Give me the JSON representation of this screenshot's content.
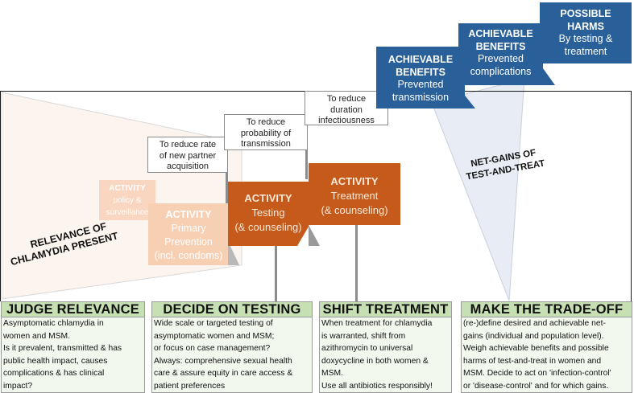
{
  "diagram": {
    "left_wedge_label": [
      "RELEVANCE OF",
      "CHLAMYDIA PRESENT"
    ],
    "right_wedge_label": [
      "NET-GAINS OF",
      "TEST-AND-TREAT"
    ],
    "reasons": [
      {
        "lines": [
          "To reduce rate",
          "of new partner",
          "acquisition"
        ]
      },
      {
        "lines": [
          "To reduce",
          "probability of",
          "transmission"
        ]
      },
      {
        "lines": [
          "To reduce",
          "duration",
          "infectiousness"
        ]
      }
    ],
    "activities": [
      {
        "title": "ACTIVITY",
        "lines": [
          "policy &",
          "surveillance"
        ],
        "style": "pale"
      },
      {
        "title": "ACTIVITY",
        "lines": [
          "Primary",
          "Prevention",
          "(incl. condoms)"
        ],
        "style": "light"
      },
      {
        "title": "ACTIVITY",
        "lines": [
          "Testing",
          "(& counseling)"
        ],
        "style": "dark"
      },
      {
        "title": "ACTIVITY",
        "lines": [
          "Treatment",
          "(& counseling)"
        ],
        "style": "dark"
      }
    ],
    "outcomes": [
      {
        "title": [
          "ACHIEVABLE",
          "BENEFITS"
        ],
        "lines": [
          "Prevented",
          "transmission"
        ]
      },
      {
        "title": [
          "ACHIEVABLE",
          "BENEFITS"
        ],
        "lines": [
          "Prevented",
          "complications"
        ]
      },
      {
        "title": [
          "POSSIBLE",
          "HARMS"
        ],
        "lines": [
          "By testing &",
          "treatment"
        ]
      }
    ]
  },
  "panels": [
    {
      "header": "JUDGE RELEVANCE",
      "lines": [
        "Asymptomatic chlamydia in",
        "women and MSM.",
        "Is it prevalent, transmitted & has",
        "public health impact, causes",
        "complications & has clinical",
        "impact?"
      ]
    },
    {
      "header": "DECIDE ON TESTING",
      "lines": [
        "Wide scale or targeted  testing of",
        "asymptomatic women and MSM;",
        "or focus on case management?",
        "Always: comprehensive sexual health",
        "care & assure equity in care access &",
        "patient preferences"
      ]
    },
    {
      "header": "SHIFT TREATMENT",
      "lines": [
        "When treatment for chlamydia",
        "is warranted, shift from",
        "azithromycin to universal",
        "doxycycline in both women &",
        "MSM.",
        "Use all antibiotics responsibly!"
      ]
    },
    {
      "header": "MAKE THE TRADE-OFF",
      "lines": [
        "(re-)define desired and achievable net-",
        "gains (individual and population level).",
        "Weigh achievable benefits and possible",
        "harms of test-and-treat in women and",
        "MSM. Decide to act on 'infection-control'",
        "or 'disease-control' and for which gains."
      ]
    }
  ],
  "colors": {
    "activity_dark": "#c55a1b",
    "activity_light": "#f7cfb3",
    "outcome_blue": "#2a6099",
    "panel_header_green": "#c6e0b4",
    "panel_body": "#f3f8ef",
    "net_gains_wedge": "#e8ecf4",
    "relevance_wedge": "#fcf4ef"
  }
}
